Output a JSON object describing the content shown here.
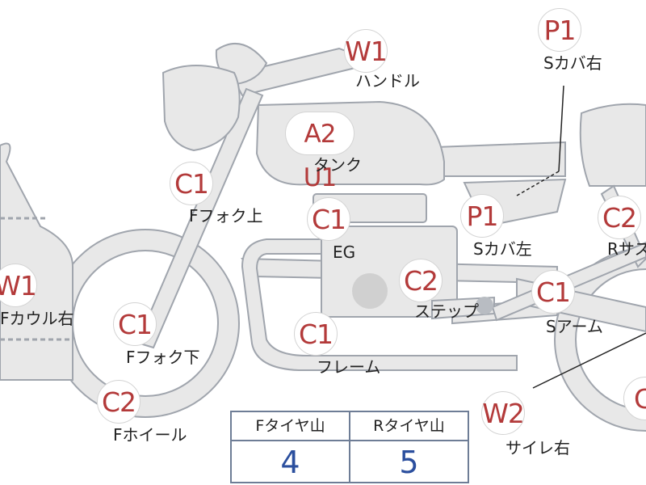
{
  "colors": {
    "body_fill": "#e8e8e8",
    "body_stroke": "#a0a5ad",
    "grade_text": "#b33a3a",
    "table_value": "#2b4f9e",
    "table_border": "#6e7d96"
  },
  "parts": [
    {
      "id": "handle",
      "grade": "W1",
      "label": "ハンドル"
    },
    {
      "id": "side-cover-right",
      "grade": "P1",
      "label": "Sカバ右"
    },
    {
      "id": "tank",
      "grade": "A2 U1",
      "label": "タンク"
    },
    {
      "id": "front-fork-upper",
      "grade": "C1",
      "label": "Fフォク上"
    },
    {
      "id": "engine",
      "grade": "C1",
      "label": "EG"
    },
    {
      "id": "side-cover-left",
      "grade": "P1",
      "label": "Sカバ左"
    },
    {
      "id": "rear-suspension",
      "grade": "C2",
      "label": "Rサス"
    },
    {
      "id": "front-cowl-right",
      "grade": "W1",
      "label": "Fカウル右"
    },
    {
      "id": "step",
      "grade": "C2",
      "label": "ステップ"
    },
    {
      "id": "swing-arm",
      "grade": "C1",
      "label": "Sアーム"
    },
    {
      "id": "front-fork-lower",
      "grade": "C1",
      "label": "Fフォク下"
    },
    {
      "id": "frame",
      "grade": "C1",
      "label": "フレーム"
    },
    {
      "id": "front-wheel",
      "grade": "C2",
      "label": "Fホイール"
    },
    {
      "id": "silencer-right",
      "grade": "W2",
      "label": "サイレ右"
    },
    {
      "id": "rear-wheel",
      "grade": "C",
      "label": ""
    }
  ],
  "tire_table": {
    "headers": [
      "Fタイヤ山",
      "Rタイヤ山"
    ],
    "values": [
      "4",
      "5"
    ]
  }
}
